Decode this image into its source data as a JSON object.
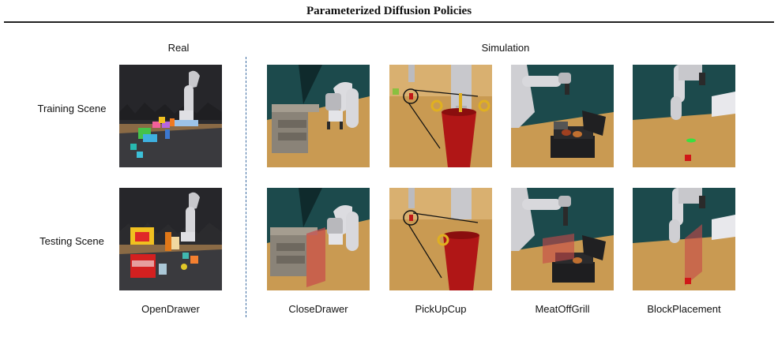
{
  "title": "Parameterized Diffusion Policies",
  "headers": {
    "real": "Real",
    "simulation": "Simulation"
  },
  "rows": {
    "training": "Training Scene",
    "testing": "Testing Scene"
  },
  "tasks": [
    "OpenDrawer",
    "CloseDrawer",
    "PickUpCup",
    "MeatOffGrill",
    "BlockPlacement"
  ],
  "colors": {
    "divider": "#3a6aa0",
    "floor": "#c99a52",
    "wall": "#1c4a4c",
    "cup": "#b01616",
    "constraint": "#c84a4a"
  }
}
